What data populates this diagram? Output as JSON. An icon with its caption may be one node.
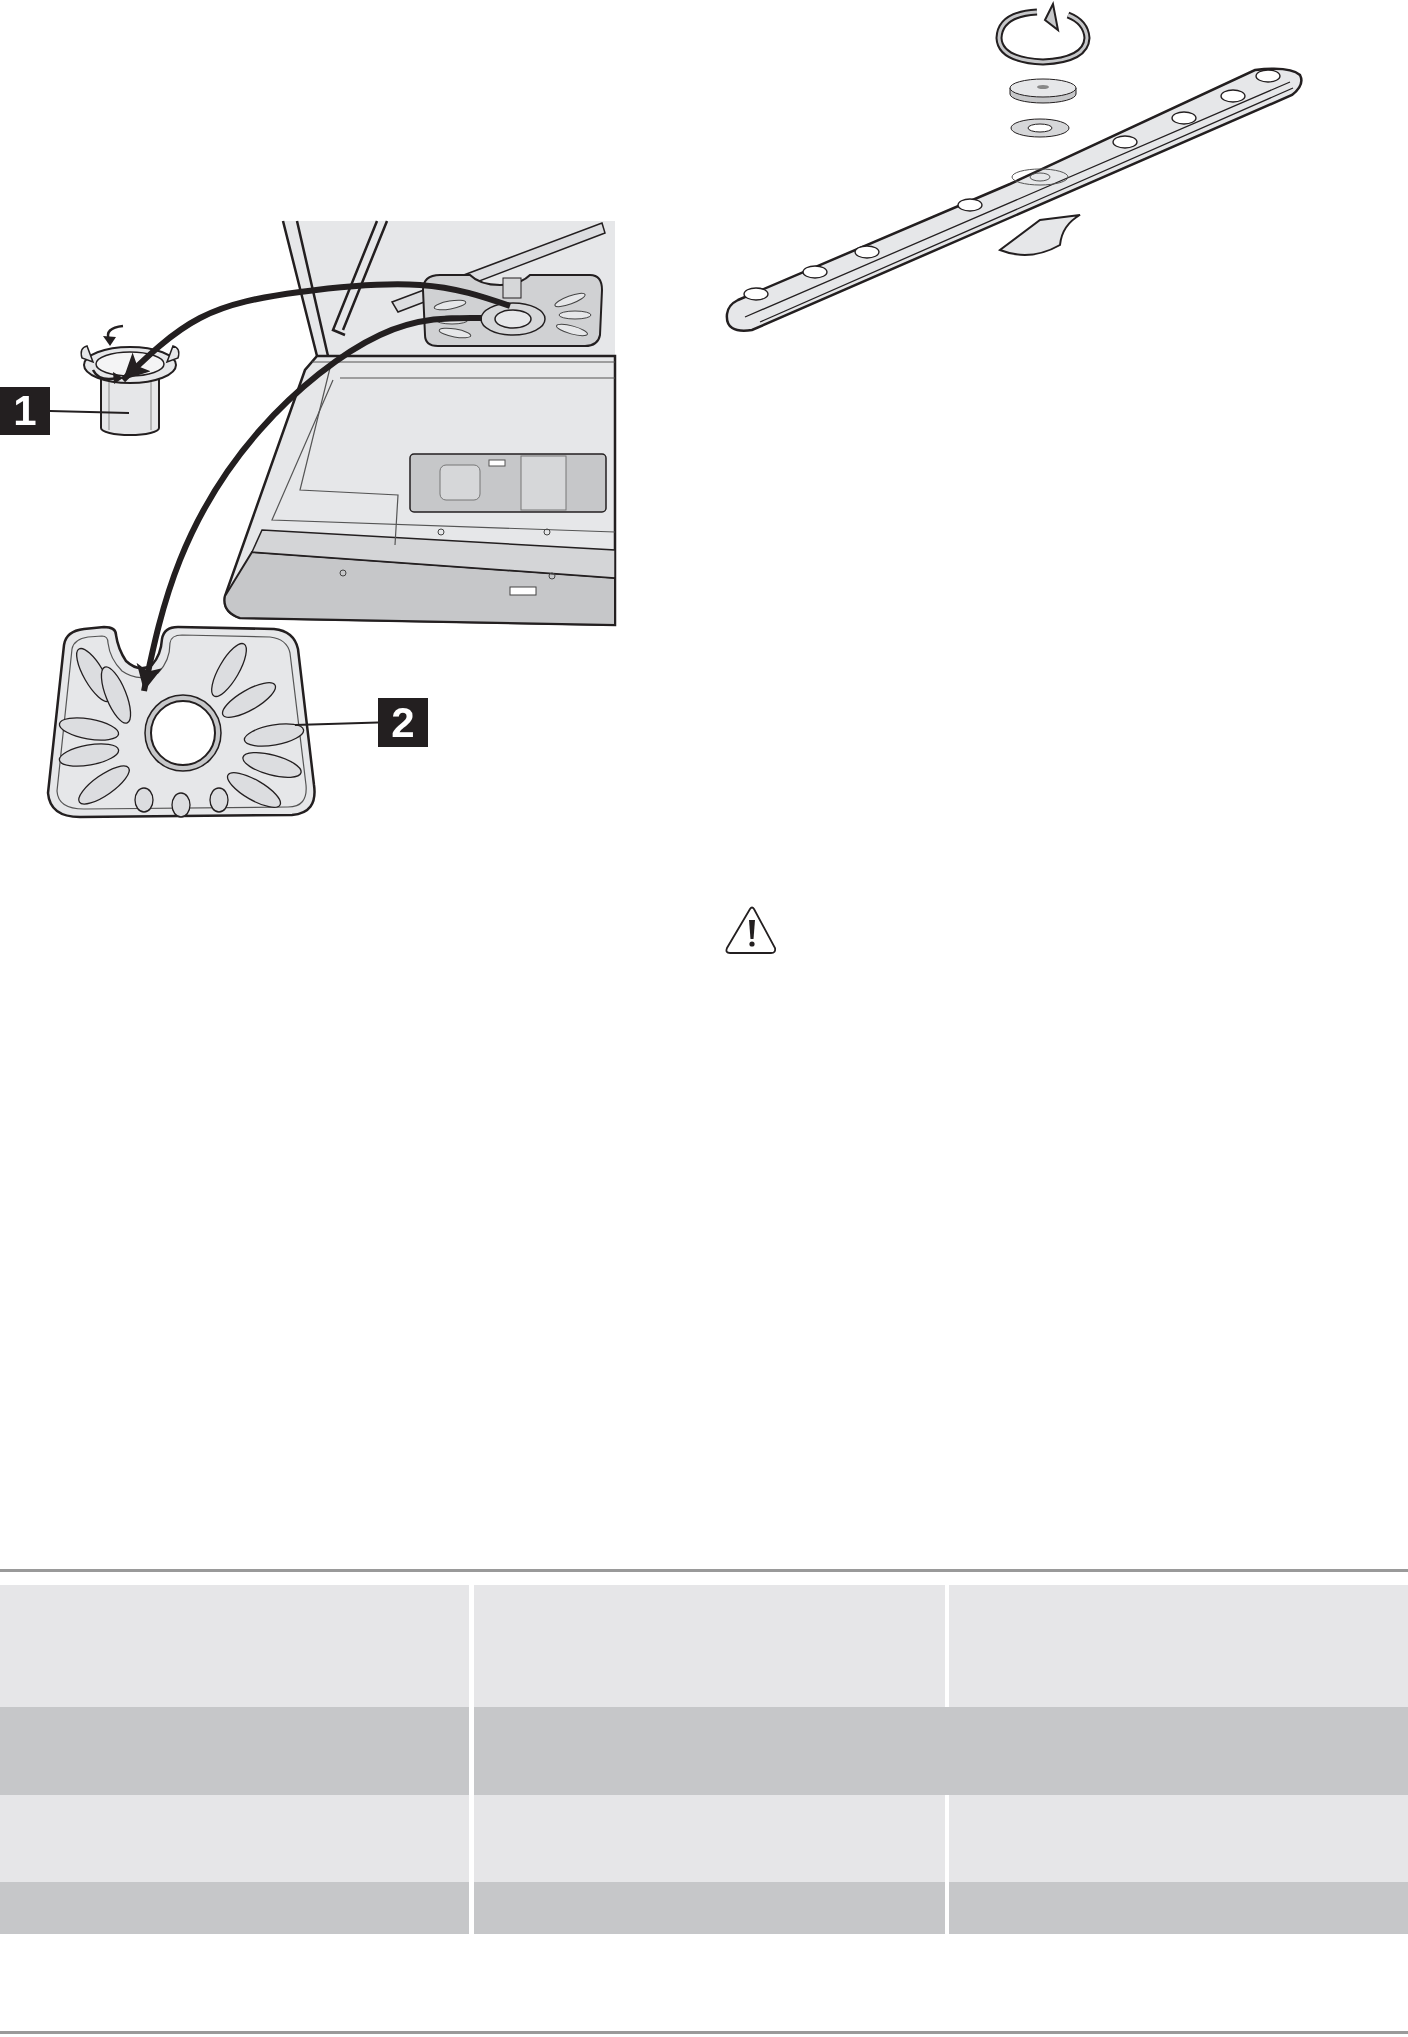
{
  "diagram": {
    "nodes": [
      {
        "text": [
          "1"
        ]
      },
      {
        "text": [],
        "shape": "picture"
      },
      {
        "text": [],
        "shape": "picture"
      },
      {
        "text": [
          "2"
        ]
      },
      {
        "text": [],
        "shape": "picture"
      }
    ],
    "edges": [
      {
        "from": 0,
        "to": 1,
        "arrow": "none"
      },
      {
        "from": 3,
        "to": 4,
        "arrow": "none"
      },
      {
        "from": 2,
        "to": 1,
        "arrow": "to",
        "style": "thick"
      },
      {
        "from": 2,
        "to": 4,
        "arrow": "to",
        "style": "thick"
      }
    ]
  }
}
